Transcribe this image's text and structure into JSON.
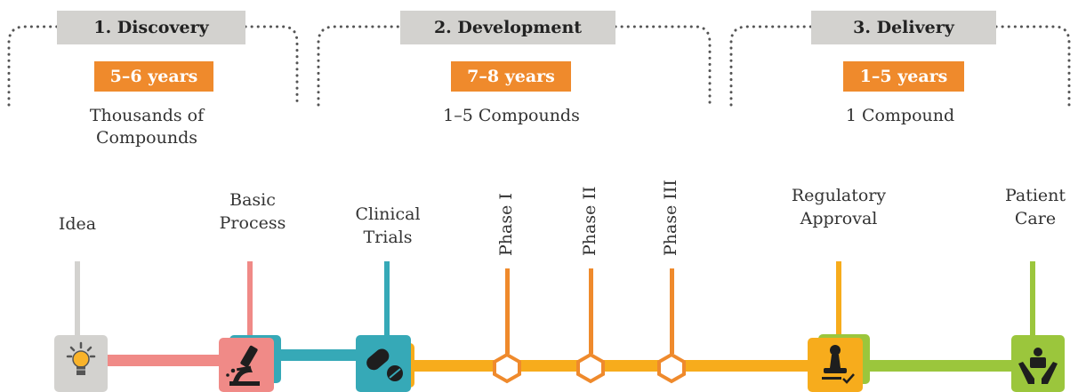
{
  "phases": [
    {
      "tab": "1. Discovery",
      "years": "5–6 years",
      "compounds": "Thousands of Compounds"
    },
    {
      "tab": "2. Development",
      "years": "7–8 years",
      "compounds": "1–5 Compounds"
    },
    {
      "tab": "3. Delivery",
      "years": "1–5 years",
      "compounds": "1 Compound"
    }
  ],
  "milestones": {
    "idea": "Idea",
    "basic_process": "Basic Process",
    "clinical_trials": "Clinical Trials",
    "phase1": "Phase I",
    "phase2": "Phase II",
    "phase3": "Phase III",
    "regulatory_approval": "Regulatory Approval",
    "patient_care": "Patient Care"
  },
  "colors": {
    "gray": "#d3d2cf",
    "pink": "#f08a87",
    "teal": "#36a9b7",
    "orange": "#ef8a2c",
    "amber": "#f7ac1c",
    "green": "#9bc63c"
  },
  "icons": [
    "lightbulb-icon",
    "microscope-icon",
    "pills-icon",
    "stamp-icon",
    "caring-hands-icon"
  ]
}
